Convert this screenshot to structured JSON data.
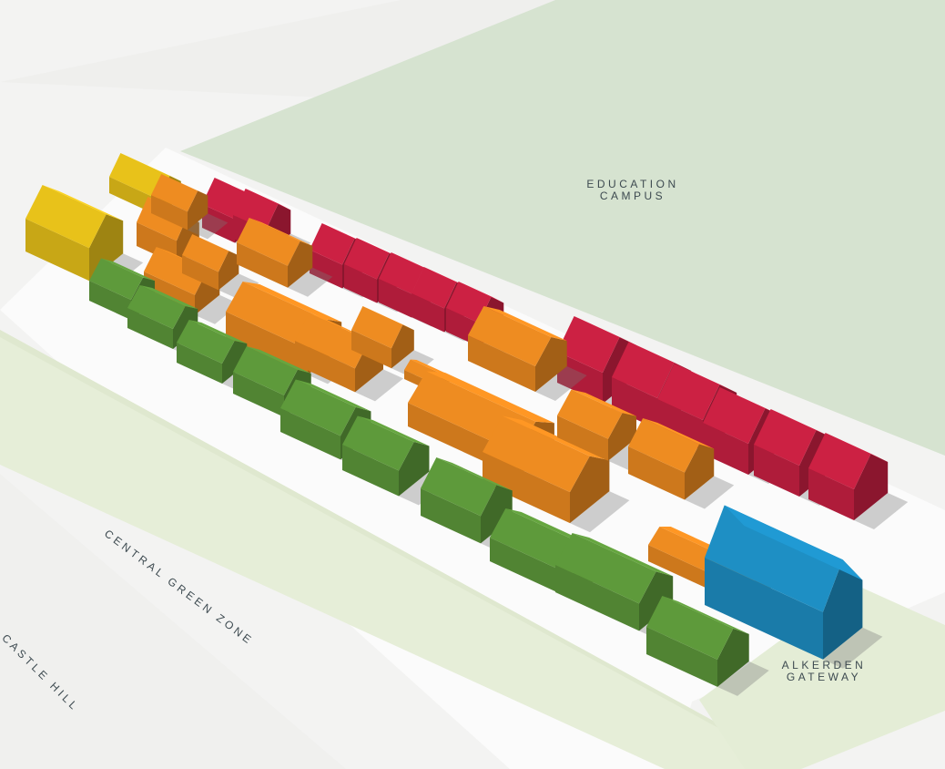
{
  "labels": {
    "campus_line1": "EDUCATION",
    "campus_line2": "CAMPUS",
    "gateway_line1": "ALKERDEN",
    "gateway_line2": "GATEWAY",
    "central_green_zone": "CENTRAL GREEN ZONE",
    "castle_hill": "CASTLE HILL"
  },
  "colors": {
    "campus_green": "#d6e3d0",
    "zone_green": "#e6eed8",
    "ground": "#f3f3f2",
    "yellow": "#e8c21a",
    "orange": "#ee8c21",
    "red": "#cc2143",
    "green": "#5e9a3b",
    "blue": "#1e8fc4"
  },
  "legend_groups": [
    "yellow",
    "orange",
    "red",
    "green",
    "blue"
  ]
}
